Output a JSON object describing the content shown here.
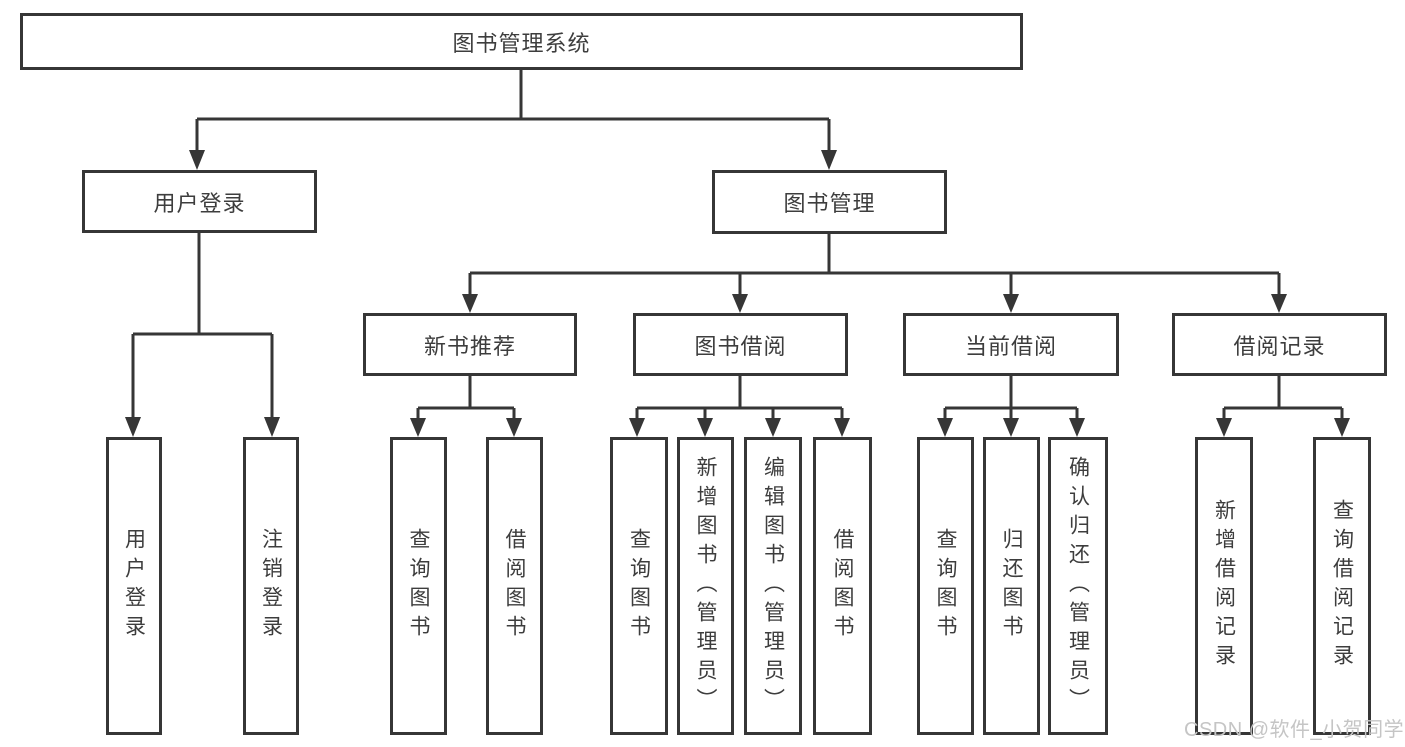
{
  "nodes": {
    "root": "图书管理系统",
    "user_login": "用户登录",
    "book_mgmt": "图书管理",
    "new_books": "新书推荐",
    "book_borrow": "图书借阅",
    "current_borrow": "当前借阅",
    "borrow_records": "借阅记录"
  },
  "leaves": {
    "user_login": [
      "用户登录",
      "注销登录"
    ],
    "new_books": [
      "查询图书",
      "借阅图书"
    ],
    "book_borrow": [
      "查询图书",
      "新增图书（管理员）",
      "编辑图书（管理员）",
      "借阅图书"
    ],
    "current_borrow": [
      "查询图书",
      "归还图书",
      "确认归还（管理员）"
    ],
    "borrow_records": [
      "新增借阅记录",
      "查询借阅记录"
    ]
  },
  "watermark": "CSDN @软件_小贺同学",
  "colors": {
    "line": "#363636",
    "text": "#3d3d3d",
    "box_fill": "#ffffff",
    "watermark": "#c5c5c5",
    "background": "#ffffff"
  }
}
